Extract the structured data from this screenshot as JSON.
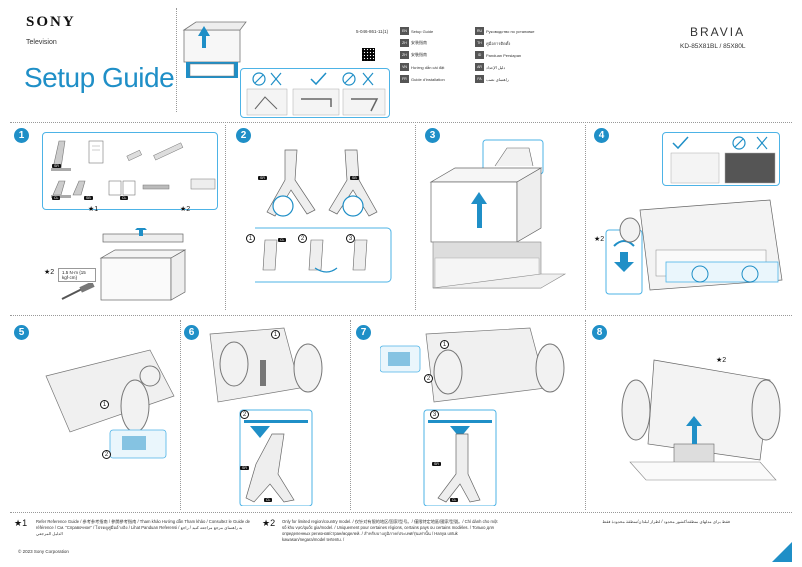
{
  "header": {
    "brand": "SONY",
    "category": "Television",
    "title": "Setup Guide",
    "product_line": "BRAVIA",
    "model": "KD-85X81BL / 85X80L",
    "doc_number": "5-046-861-11(1)"
  },
  "languages": [
    {
      "code": "EN",
      "name": "Setup Guide"
    },
    {
      "code": "ZH",
      "name": "安装指南"
    },
    {
      "code": "ZH",
      "name": "安裝指南"
    },
    {
      "code": "VN",
      "name": "Hướng dẫn cài đặt"
    },
    {
      "code": "FR",
      "name": "Guide d'installation"
    },
    {
      "code": "RU",
      "name": "Руководство по установке"
    },
    {
      "code": "TH",
      "name": "คู่มือการติดตั้ง"
    },
    {
      "code": "ID",
      "name": "Panduan Persiapan"
    },
    {
      "code": "AR",
      "name": "دليل الإعداد"
    },
    {
      "code": "FA",
      "name": "راهنمای نصب"
    }
  ],
  "steps": [
    "1",
    "2",
    "3",
    "4",
    "5",
    "6",
    "7",
    "8"
  ],
  "callouts": {
    "star1": "★1",
    "star2": "★2",
    "screw_spec": "1.5 N·m {15 kgf·cm}",
    "labels": [
      "SR",
      "SB",
      "CL"
    ],
    "circled": [
      "1",
      "2",
      "3"
    ]
  },
  "footnotes": {
    "star1_text": "Refer Reference Guide / 参考参考指南 / 參閱參考指南 / Tham khảo Hướng dẫn Tham khảo / Consultez le Guide de référence / См. \"Справочное\" / โปรดดูคู่มืออ้างอิง / Lihat Panduan Referensi / به راهنمای مرجع مراجعه کنید / راجع الدليل المرجعي",
    "star2_text": "Only for limited region/country model. / 仅针对有限的地区/国家/型号。/ 僅限特定地區/國家/型號。/ Chỉ dành cho một số khu vực/quốc gia/model. / Uniquement pour certaines régions, certains pays ou certains modèles. / Только для определенных регионов/стран/моделей. / สำหรับบางภูมิภาค/ประเทศ/รุ่นเท่านั้น / Hanya untuk kawasan/negara/model tertentu. /",
    "arabic_text": "فقط برای مدلهای منطقه/کشور محدود / لطراز لبلدان/منطقة محدودة فقط"
  },
  "copyright": "© 2023 Sony Corporation"
}
